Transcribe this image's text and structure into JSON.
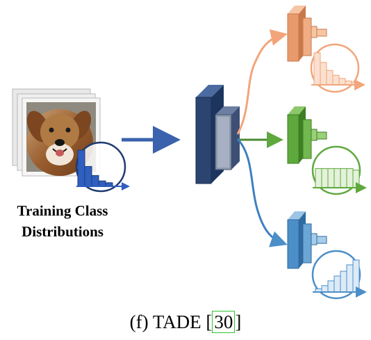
{
  "input_label_line1": "Training Class",
  "input_label_line2": "Distributions",
  "caption_prefix": "(f) TADE [",
  "caption_ref": "30",
  "caption_suffix": "]",
  "input_image": "dog-photo-stack",
  "colors": {
    "backbone": "#2b4470",
    "input_hist": "#2f5fc0",
    "orange": "#f2a57a",
    "green": "#5ea83e",
    "blue": "#4b8ec8",
    "arrow_main": "#3a62ad",
    "ref_box": "#2ec42e"
  },
  "distributions": {
    "input": [
      1.0,
      0.55,
      0.3,
      0.15,
      0.1
    ],
    "orange_head": [
      1.0,
      0.7,
      0.45,
      0.3,
      0.2,
      0.12,
      0.08
    ],
    "green_head": [
      0.6,
      0.6,
      0.6,
      0.6,
      0.6,
      0.6,
      0.55
    ],
    "blue_head": [
      0.1,
      0.2,
      0.35,
      0.5,
      0.65,
      0.85,
      1.0
    ]
  }
}
